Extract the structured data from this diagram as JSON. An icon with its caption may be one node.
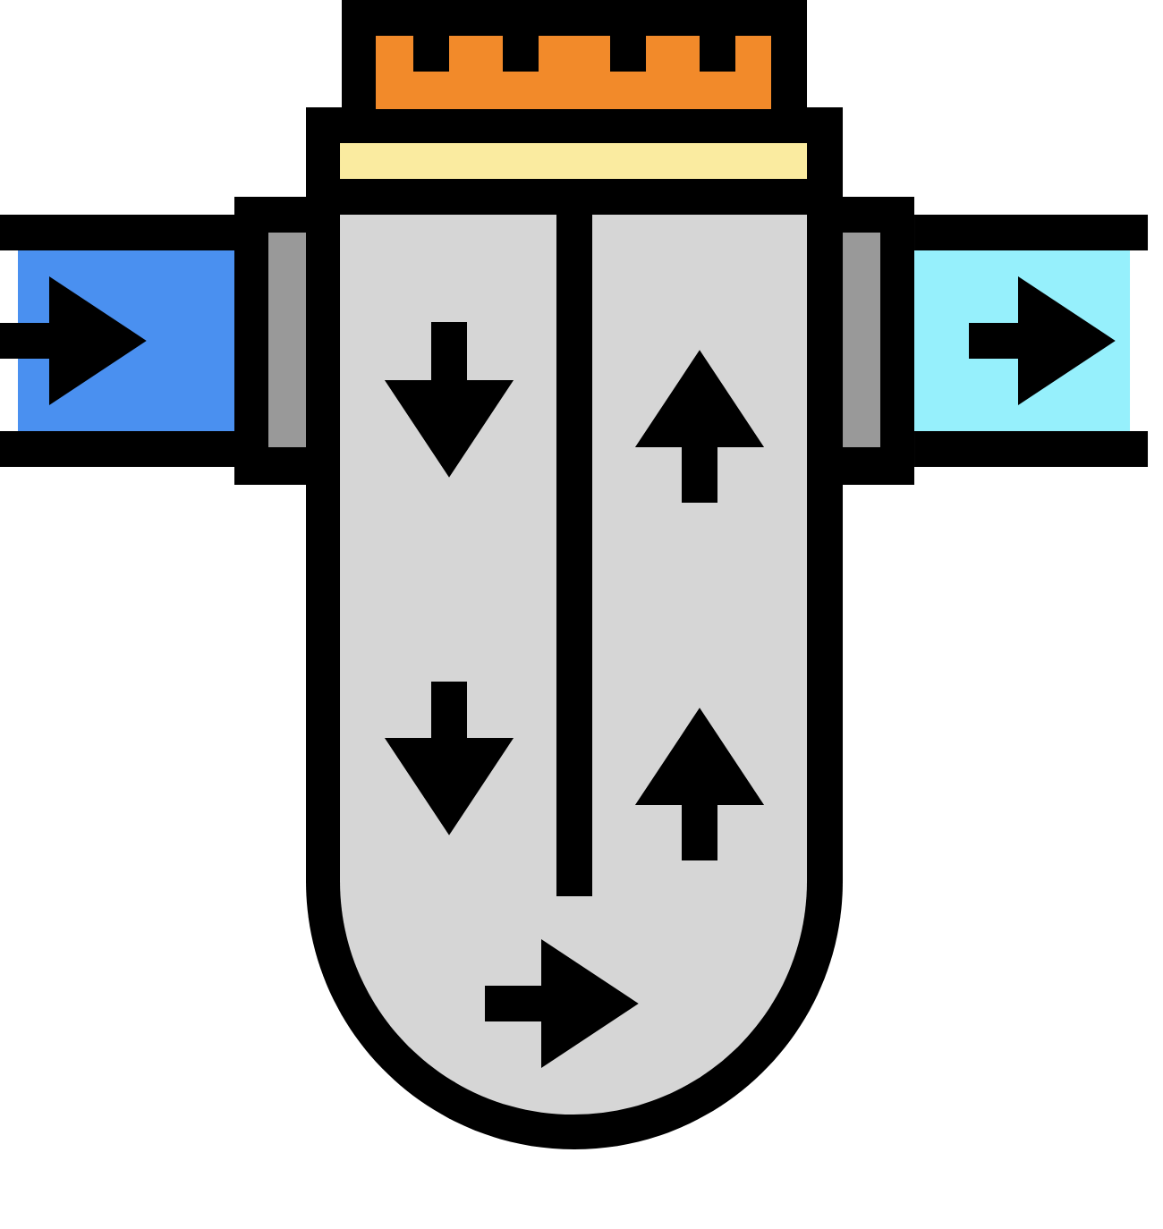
{
  "diagram": {
    "nodes": [
      {
        "text": [],
        "shape": "pipe"
      },
      {
        "text": [],
        "shape": "cylinder"
      },
      {
        "text": [],
        "shape": "pipe"
      }
    ]
  }
}
